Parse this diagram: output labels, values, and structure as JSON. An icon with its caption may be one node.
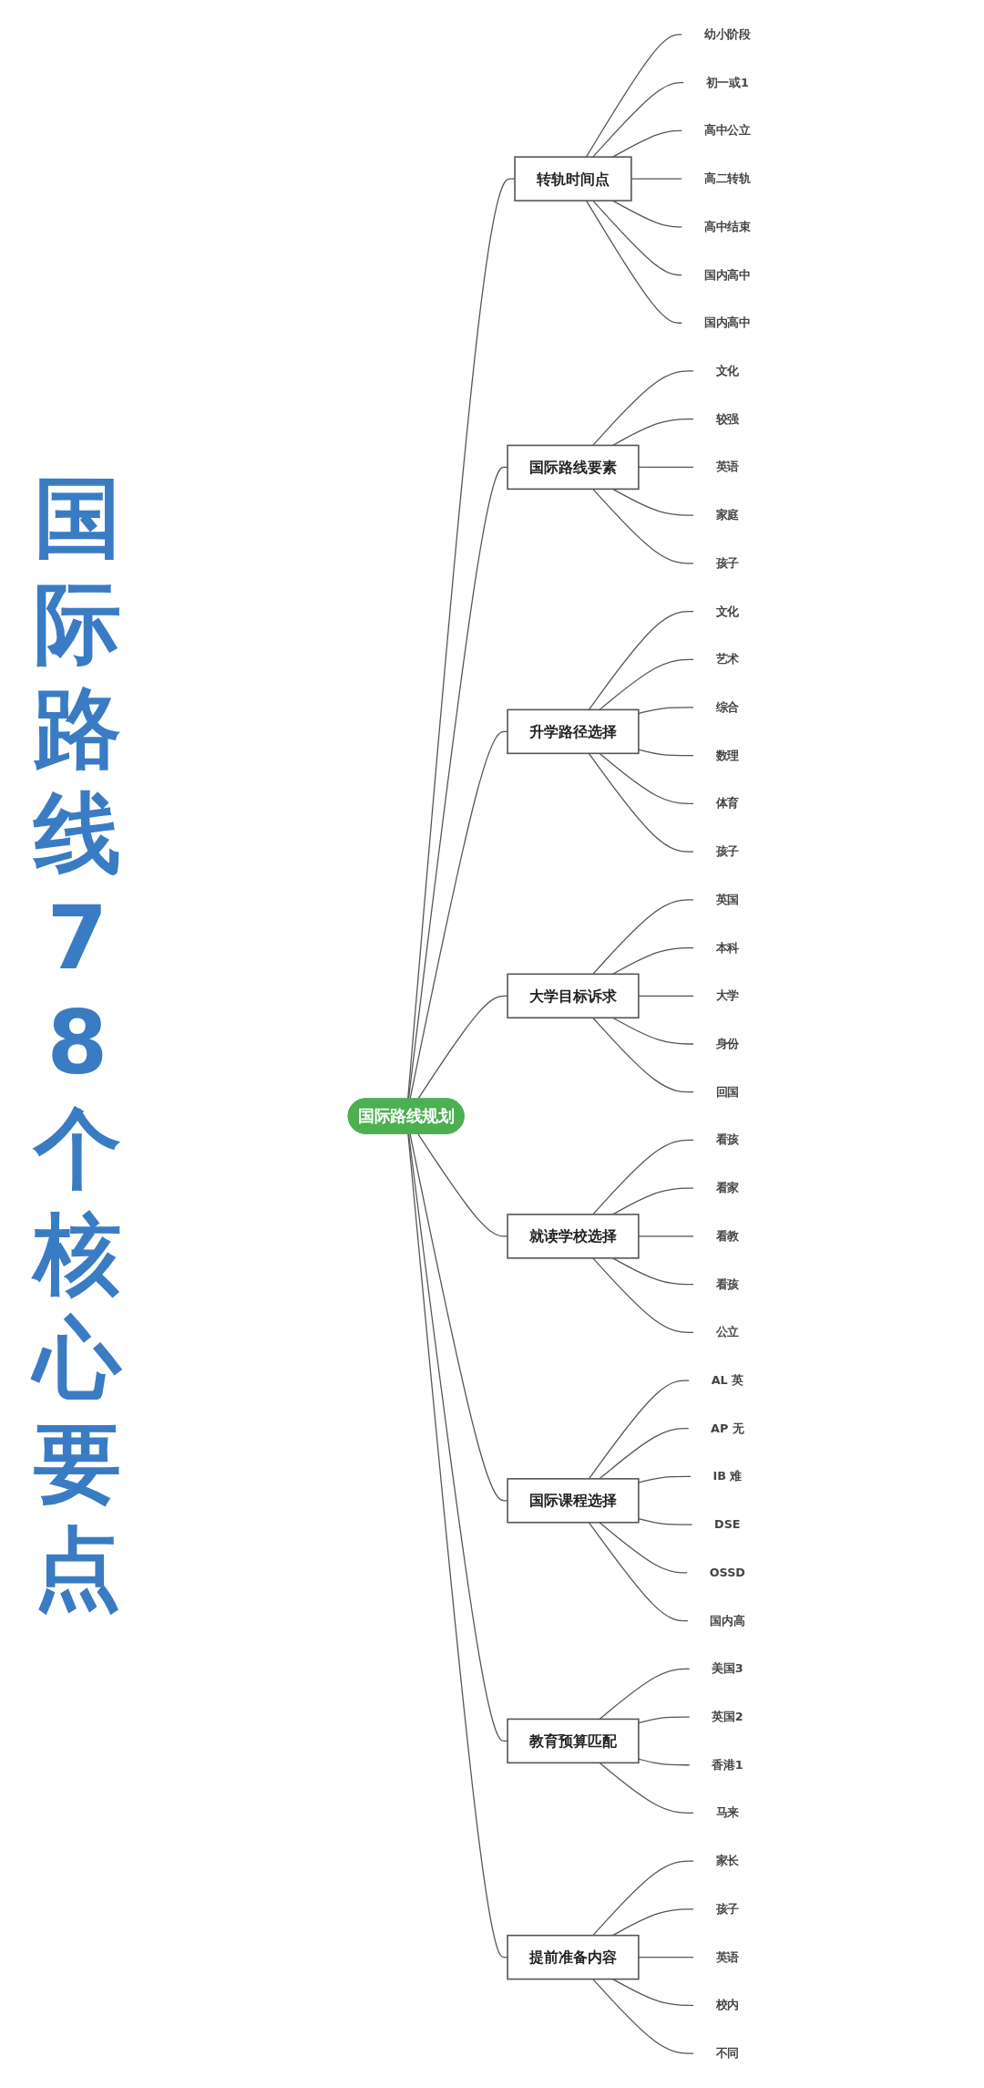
{
  "diagram": {
    "title": "国际路线 78个核心要点",
    "nodes": [
      {
        "text": [
          "国际路线规划"
        ]
      },
      {
        "text": [
          "转轨时间点"
        ]
      },
      {
        "text": [
          "幼小阶段"
        ]
      },
      {
        "text": [
          "初一或1"
        ]
      },
      {
        "text": [
          "高中公立"
        ]
      },
      {
        "text": [
          "高二转轨"
        ]
      },
      {
        "text": [
          "高中结束"
        ]
      },
      {
        "text": [
          "国内高中"
        ]
      },
      {
        "text": [
          "国内高中"
        ]
      },
      {
        "text": [
          "国际路线要素"
        ]
      },
      {
        "text": [
          "文化"
        ]
      },
      {
        "text": [
          "较强"
        ]
      },
      {
        "text": [
          "英语"
        ]
      },
      {
        "text": [
          "家庭"
        ]
      },
      {
        "text": [
          "孩子"
        ]
      },
      {
        "text": [
          "升学路径选择"
        ]
      },
      {
        "text": [
          "文化"
        ]
      },
      {
        "text": [
          "艺术"
        ]
      },
      {
        "text": [
          "综合"
        ]
      },
      {
        "text": [
          "数理"
        ]
      },
      {
        "text": [
          "体育"
        ]
      },
      {
        "text": [
          "孩子"
        ]
      },
      {
        "text": [
          "大学目标诉求"
        ]
      },
      {
        "text": [
          "英国"
        ]
      },
      {
        "text": [
          "本科"
        ]
      },
      {
        "text": [
          "大学"
        ]
      },
      {
        "text": [
          "身份"
        ]
      },
      {
        "text": [
          "回国"
        ]
      },
      {
        "text": [
          "就读学校选择"
        ]
      },
      {
        "text": [
          "看孩"
        ]
      },
      {
        "text": [
          "看家"
        ]
      },
      {
        "text": [
          "看教"
        ]
      },
      {
        "text": [
          "看孩"
        ]
      },
      {
        "text": [
          "公立"
        ]
      },
      {
        "text": [
          "国际课程选择"
        ]
      },
      {
        "text": [
          "AL 英"
        ]
      },
      {
        "text": [
          "AP 无"
        ]
      },
      {
        "text": [
          "IB 难"
        ]
      },
      {
        "text": [
          "DSE"
        ]
      },
      {
        "text": [
          "OSSD"
        ]
      },
      {
        "text": [
          "国内高"
        ]
      },
      {
        "text": [
          "教育预算匹配"
        ]
      },
      {
        "text": [
          "美国3"
        ]
      },
      {
        "text": [
          "英国2"
        ]
      },
      {
        "text": [
          "香港1"
        ]
      },
      {
        "text": [
          "马来"
        ]
      },
      {
        "text": [
          "提前准备内容"
        ]
      },
      {
        "text": [
          "家长"
        ]
      },
      {
        "text": [
          "孩子"
        ]
      },
      {
        "text": [
          "英语"
        ]
      },
      {
        "text": [
          "校内"
        ]
      },
      {
        "text": [
          "不同"
        ]
      }
    ],
    "edges": [
      {
        "from": 0,
        "to": 1,
        "arrow": "none"
      },
      {
        "from": 1,
        "to": 2,
        "arrow": "none"
      },
      {
        "from": 1,
        "to": 3,
        "arrow": "none"
      },
      {
        "from": 1,
        "to": 4,
        "arrow": "none"
      },
      {
        "from": 1,
        "to": 5,
        "arrow": "none"
      },
      {
        "from": 1,
        "to": 6,
        "arrow": "none"
      },
      {
        "from": 1,
        "to": 7,
        "arrow": "none"
      },
      {
        "from": 1,
        "to": 8,
        "arrow": "none"
      },
      {
        "from": 0,
        "to": 9,
        "arrow": "none"
      },
      {
        "from": 9,
        "to": 10,
        "arrow": "none"
      },
      {
        "from": 9,
        "to": 11,
        "arrow": "none"
      },
      {
        "from": 9,
        "to": 12,
        "arrow": "none"
      },
      {
        "from": 9,
        "to": 13,
        "arrow": "none"
      },
      {
        "from": 9,
        "to": 14,
        "arrow": "none"
      },
      {
        "from": 0,
        "to": 15,
        "arrow": "none"
      },
      {
        "from": 15,
        "to": 16,
        "arrow": "none"
      },
      {
        "from": 15,
        "to": 17,
        "arrow": "none"
      },
      {
        "from": 15,
        "to": 18,
        "arrow": "none"
      },
      {
        "from": 15,
        "to": 19,
        "arrow": "none"
      },
      {
        "from": 15,
        "to": 20,
        "arrow": "none"
      },
      {
        "from": 15,
        "to": 21,
        "arrow": "none"
      },
      {
        "from": 0,
        "to": 22,
        "arrow": "none"
      },
      {
        "from": 22,
        "to": 23,
        "arrow": "none"
      },
      {
        "from": 22,
        "to": 24,
        "arrow": "none"
      },
      {
        "from": 22,
        "to": 25,
        "arrow": "none"
      },
      {
        "from": 22,
        "to": 26,
        "arrow": "none"
      },
      {
        "from": 22,
        "to": 27,
        "arrow": "none"
      },
      {
        "from": 0,
        "to": 28,
        "arrow": "none"
      },
      {
        "from": 28,
        "to": 29,
        "arrow": "none"
      },
      {
        "from": 28,
        "to": 30,
        "arrow": "none"
      },
      {
        "from": 28,
        "to": 31,
        "arrow": "none"
      },
      {
        "from": 28,
        "to": 32,
        "arrow": "none"
      },
      {
        "from": 28,
        "to": 33,
        "arrow": "none"
      },
      {
        "from": 0,
        "to": 34,
        "arrow": "none"
      },
      {
        "from": 34,
        "to": 35,
        "arrow": "none"
      },
      {
        "from": 34,
        "to": 36,
        "arrow": "none"
      },
      {
        "from": 34,
        "to": 37,
        "arrow": "none"
      },
      {
        "from": 34,
        "to": 38,
        "arrow": "none"
      },
      {
        "from": 34,
        "to": 39,
        "arrow": "none"
      },
      {
        "from": 34,
        "to": 40,
        "arrow": "none"
      },
      {
        "from": 0,
        "to": 41,
        "arrow": "none"
      },
      {
        "from": 41,
        "to": 42,
        "arrow": "none"
      },
      {
        "from": 41,
        "to": 43,
        "arrow": "none"
      },
      {
        "from": 41,
        "to": 44,
        "arrow": "none"
      },
      {
        "from": 41,
        "to": 45,
        "arrow": "none"
      },
      {
        "from": 0,
        "to": 46,
        "arrow": "none"
      },
      {
        "from": 46,
        "to": 47,
        "arrow": "none"
      },
      {
        "from": 46,
        "to": 48,
        "arrow": "none"
      },
      {
        "from": 46,
        "to": 49,
        "arrow": "none"
      },
      {
        "from": 46,
        "to": 50,
        "arrow": "none"
      },
      {
        "from": 46,
        "to": 51,
        "arrow": "none"
      }
    ]
  }
}
